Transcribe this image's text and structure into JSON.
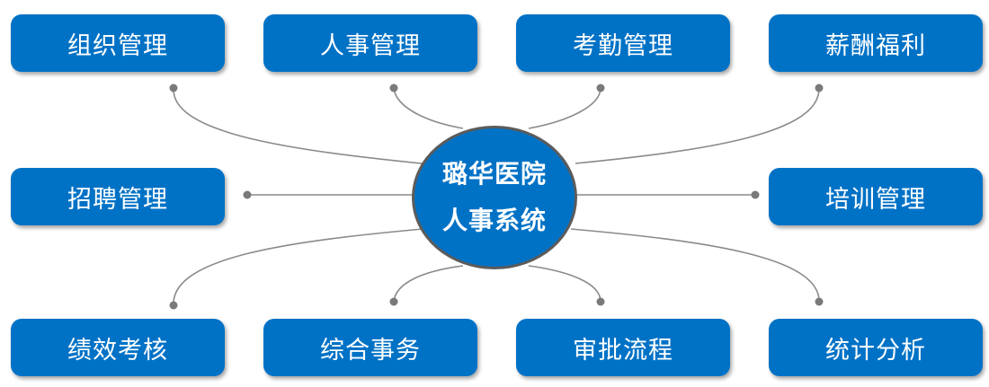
{
  "hub": {
    "line1": "璐华医院",
    "line2": "人事系统"
  },
  "modules": {
    "org": "组织管理",
    "hr": "人事管理",
    "attendance": "考勤管理",
    "salary": "薪酬福利",
    "recruitment": "招聘管理",
    "training": "培训管理",
    "performance": "绩效考核",
    "general": "综合事务",
    "approval": "审批流程",
    "statistics": "统计分析"
  },
  "colors": {
    "module_fill": "#0072C6",
    "hub_fill": "#0072C6",
    "hub_border": "#5b5b5b",
    "connector": "#808080",
    "text": "#ffffff"
  }
}
